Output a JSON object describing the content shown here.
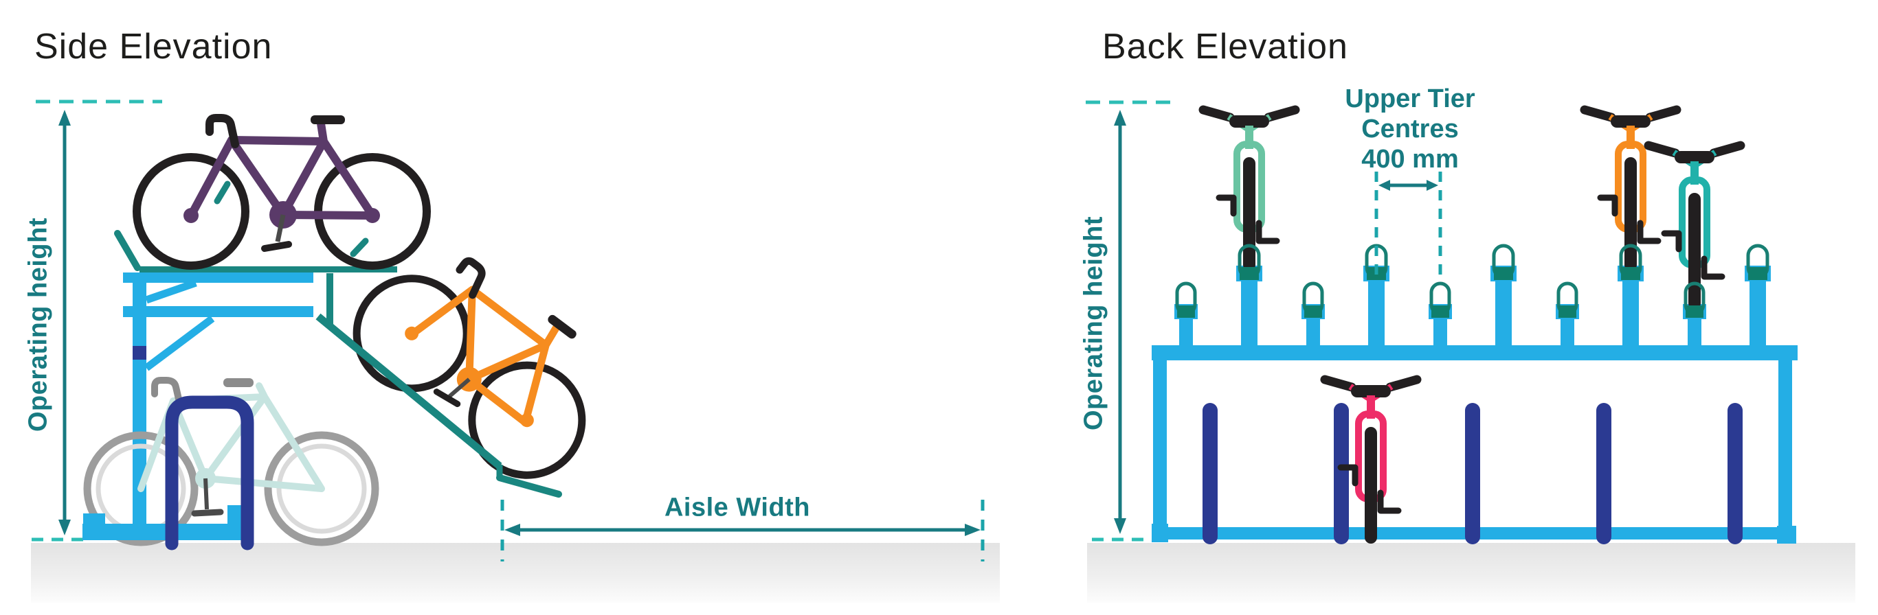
{
  "side": {
    "title": "Side Elevation",
    "operating_height_label": "Operating height",
    "aisle_width_label": "Aisle Width"
  },
  "back": {
    "title": "Back Elevation",
    "operating_height_label": "Operating height",
    "upper_tier": {
      "lines": [
        "Upper Tier",
        "Centres",
        "400 mm"
      ]
    }
  },
  "legend": {
    "upper_tier_centres_value": "400 mm",
    "bikes_side_view": [
      "purple road bike on upper tier",
      "orange bike on tilted loading ramp",
      "pale teal bike in lower tier"
    ],
    "bikes_back_view": [
      "mint bike upper tier",
      "orange bike upper tier",
      "teal bike upper tier",
      "pink bike lower tier"
    ]
  },
  "colors": {
    "ink": "#1D1D1B",
    "dim_teal": "#187A81",
    "dash_bright": "#2DBDB5",
    "dash_mid": "#1BA4AA",
    "rack_blue": "#24AEE5",
    "navy": "#2B3A92",
    "structure_teal": "#1A8680",
    "loop_teal": "#187F73",
    "clamp_teal": "#0F7E6B",
    "mint": "#69C4A2",
    "orange": "#F68C1F",
    "teal_bike": "#21B1AA",
    "pink": "#EE2D68",
    "purple": "#5A3A69",
    "pale": "#C6E4E0",
    "gray": "#8B8B8B",
    "dark_gray": "#4A4A4A",
    "wheel_gray": "#9D9D9D",
    "wheel_inner": "#DADADA",
    "bike_black": "#221F20",
    "ground_top": "#E3E3E3",
    "ground_bottom": "#FCFCFC"
  }
}
